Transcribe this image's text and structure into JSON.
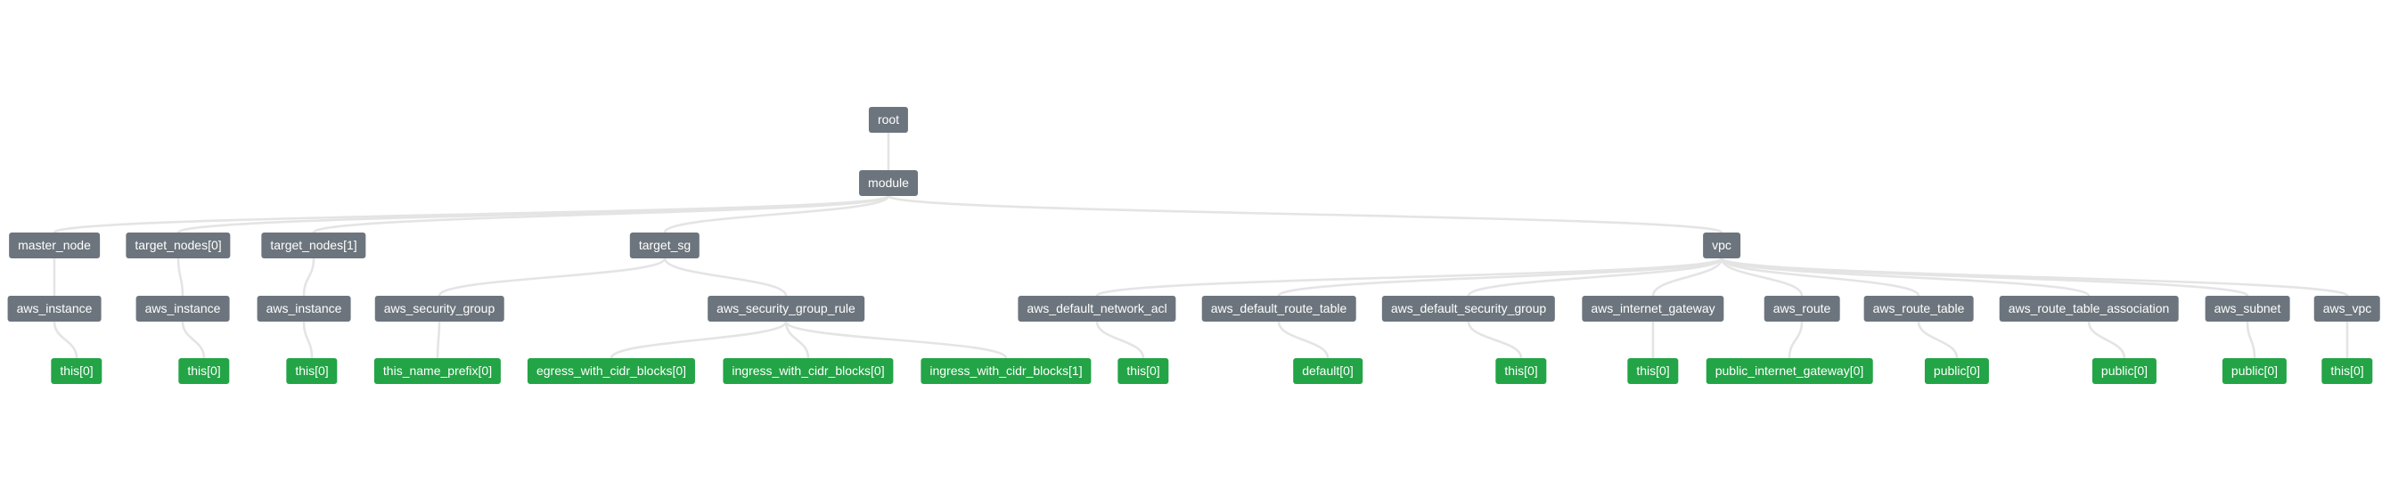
{
  "colors": {
    "group_node": "#6c757d",
    "leaf_node": "#23a446",
    "edge": "#e4e4e4"
  },
  "tree": {
    "label": "root",
    "children": [
      {
        "label": "module",
        "children": [
          {
            "label": "master_node",
            "children": [
              {
                "label": "aws_instance",
                "children": [
                  {
                    "label": "this[0]"
                  }
                ]
              }
            ]
          },
          {
            "label": "target_nodes[0]",
            "children": [
              {
                "label": "aws_instance",
                "children": [
                  {
                    "label": "this[0]"
                  }
                ]
              }
            ]
          },
          {
            "label": "target_nodes[1]",
            "children": [
              {
                "label": "aws_instance",
                "children": [
                  {
                    "label": "this[0]"
                  }
                ]
              }
            ]
          },
          {
            "label": "target_sg",
            "children": [
              {
                "label": "aws_security_group",
                "children": [
                  {
                    "label": "this_name_prefix[0]"
                  }
                ]
              },
              {
                "label": "aws_security_group_rule",
                "children": [
                  {
                    "label": "egress_with_cidr_blocks[0]"
                  },
                  {
                    "label": "ingress_with_cidr_blocks[0]"
                  },
                  {
                    "label": "ingress_with_cidr_blocks[1]"
                  }
                ]
              }
            ]
          },
          {
            "label": "vpc",
            "children": [
              {
                "label": "aws_default_network_acl",
                "children": [
                  {
                    "label": "this[0]"
                  }
                ]
              },
              {
                "label": "aws_default_route_table",
                "children": [
                  {
                    "label": "default[0]"
                  }
                ]
              },
              {
                "label": "aws_default_security_group",
                "children": [
                  {
                    "label": "this[0]"
                  }
                ]
              },
              {
                "label": "aws_internet_gateway",
                "children": [
                  {
                    "label": "this[0]"
                  }
                ]
              },
              {
                "label": "aws_route",
                "children": [
                  {
                    "label": "public_internet_gateway[0]"
                  }
                ]
              },
              {
                "label": "aws_route_table",
                "children": [
                  {
                    "label": "public[0]"
                  }
                ]
              },
              {
                "label": "aws_route_table_association",
                "children": [
                  {
                    "label": "public[0]"
                  }
                ]
              },
              {
                "label": "aws_subnet",
                "children": [
                  {
                    "label": "public[0]"
                  }
                ]
              },
              {
                "label": "aws_vpc",
                "children": [
                  {
                    "label": "this[0]"
                  }
                ]
              }
            ]
          }
        ]
      }
    ]
  }
}
